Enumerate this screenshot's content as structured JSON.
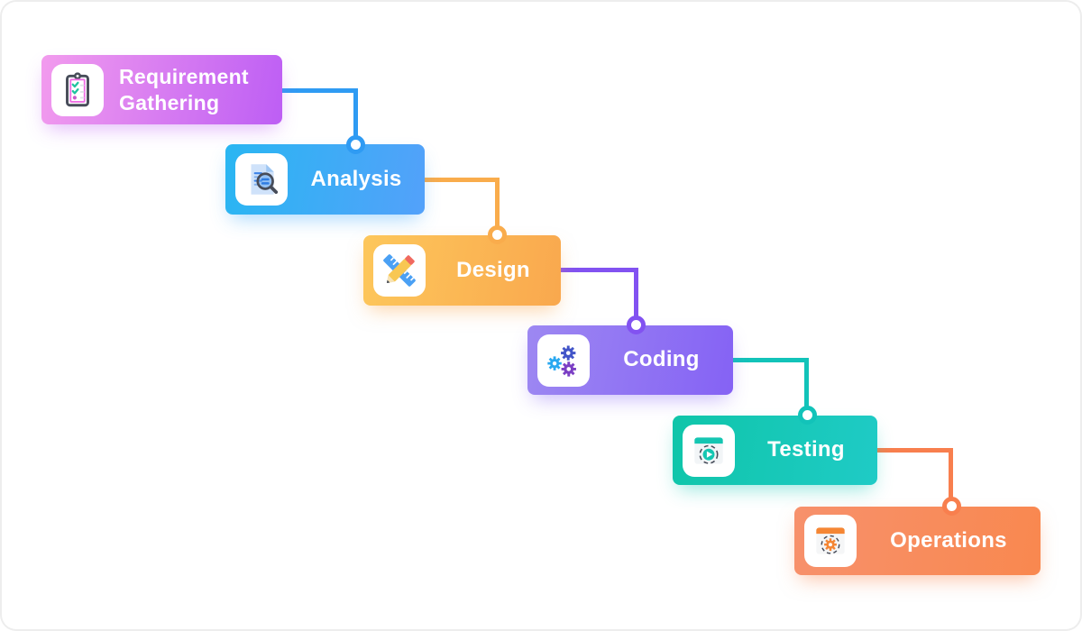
{
  "diagram": {
    "background": "#ffffff",
    "stages": [
      {
        "label": "Requirement Gathering",
        "icon": "clipboard-checklist-icon",
        "color_from": "#f29bee",
        "color_to": "#bd5ef4"
      },
      {
        "label": "Analysis",
        "icon": "document-magnifier-icon",
        "color_from": "#29b6f2",
        "color_to": "#53a1fa"
      },
      {
        "label": "Design",
        "icon": "pencil-ruler-icon",
        "color_from": "#fdc75b",
        "color_to": "#f9a84e"
      },
      {
        "label": "Coding",
        "icon": "gears-icon",
        "color_from": "#9d88f2",
        "color_to": "#8562f4"
      },
      {
        "label": "Testing",
        "icon": "browser-play-icon",
        "color_from": "#0fc5a9",
        "color_to": "#1fcbc6"
      },
      {
        "label": "Operations",
        "icon": "browser-gear-icon",
        "color_from": "#f7916c",
        "color_to": "#f9884f"
      }
    ],
    "connectors": [
      {
        "from": "Requirement Gathering",
        "to": "Analysis",
        "color": "#2f9bf3"
      },
      {
        "from": "Analysis",
        "to": "Design",
        "color": "#f9ac4c"
      },
      {
        "from": "Design",
        "to": "Coding",
        "color": "#8252f1"
      },
      {
        "from": "Coding",
        "to": "Testing",
        "color": "#12c3b9"
      },
      {
        "from": "Testing",
        "to": "Operations",
        "color": "#f87f4e"
      }
    ]
  }
}
